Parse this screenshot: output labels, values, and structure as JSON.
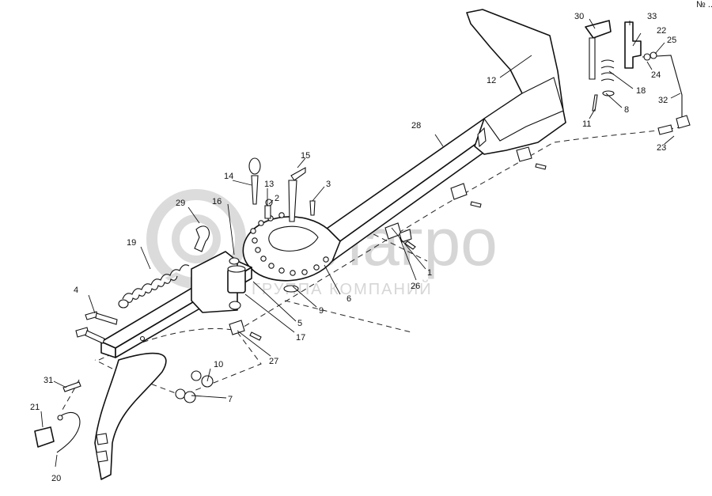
{
  "watermark": {
    "brand": "белагро",
    "tagline": "ГРУППА КОМПАНИЙ",
    "color": "#d2d2d2"
  },
  "corner_mark": "№ ...",
  "callouts": [
    "1",
    "2",
    "3",
    "4",
    "5",
    "6",
    "7",
    "8",
    "9",
    "10",
    "11",
    "12",
    "13",
    "14",
    "15",
    "16",
    "17",
    "18",
    "19",
    "20",
    "21",
    "22",
    "23",
    "24",
    "25",
    "26",
    "27",
    "28",
    "29",
    "30",
    "31",
    "32",
    "33"
  ],
  "colors": {
    "ink": "#111111",
    "paper": "#ffffff"
  }
}
